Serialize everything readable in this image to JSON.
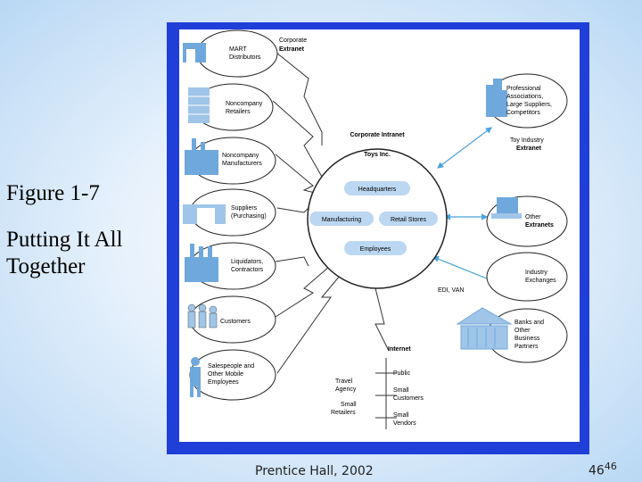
{
  "slide": {
    "title_line1": "Figure 1-7",
    "title_line2": "Putting It All Together"
  },
  "footer": {
    "source": "Prentice Hall, 2002",
    "page_main": "46",
    "page_sup": "46"
  },
  "diagram": {
    "center": {
      "company": "Toys Inc.",
      "intranet_label": "Corporate Intranet",
      "units": [
        "Headquarters",
        "Manufacturing",
        "Retail Stores",
        "Employees"
      ]
    },
    "corporate_extranet_label_line1": "Corporate",
    "corporate_extranet_label_line2": "Extranet",
    "left_nodes": [
      {
        "line1": "MART",
        "line2": "Distributors",
        "icon": "warehouse-icon"
      },
      {
        "line1": "Noncompany",
        "line2": "Retailers",
        "icon": "building-icon"
      },
      {
        "line1": "Noncompany",
        "line2": "Manufacturers",
        "icon": "factory-icon"
      },
      {
        "line1": "Suppliers",
        "line2": "(Purchasing)",
        "icon": "truck-dock-icon"
      },
      {
        "line1": "Liquidators,",
        "line2": "Contractors",
        "icon": "factory-icon"
      },
      {
        "line1": "Customers",
        "line2": "",
        "icon": "people-icon"
      },
      {
        "line1": "Salespeople and",
        "line2": "Other Mobile",
        "line3": "Employees",
        "icon": "person-icon"
      }
    ],
    "right_nodes": [
      {
        "lines": [
          "Professional",
          "Associations,",
          "Large Suppliers,",
          "Competitors"
        ],
        "icon": "city-icon"
      },
      {
        "lines": [
          "Other",
          "Extranets"
        ],
        "icon": "computer-icon"
      },
      {
        "lines": [
          "Industry",
          "Exchanges"
        ]
      },
      {
        "lines": [
          "Banks and",
          "Other",
          "Business",
          "Partners"
        ],
        "icon": "bank-icon"
      }
    ],
    "toy_extranet_line1": "Toy Industry",
    "toy_extranet_line2": "Extranet",
    "edi_label": "EDI, VAN",
    "internet": {
      "label": "Internet",
      "left_items": [
        "Travel",
        "Agency",
        "Small",
        "Retailers"
      ],
      "right_items": [
        "Public",
        "Small",
        "Customers",
        "Small",
        "Vendors"
      ]
    }
  },
  "colors": {
    "frame_blue": "#1f3fd8",
    "pill_blue": "#bcd7f1",
    "arrow_blue": "#4aa3dc"
  }
}
